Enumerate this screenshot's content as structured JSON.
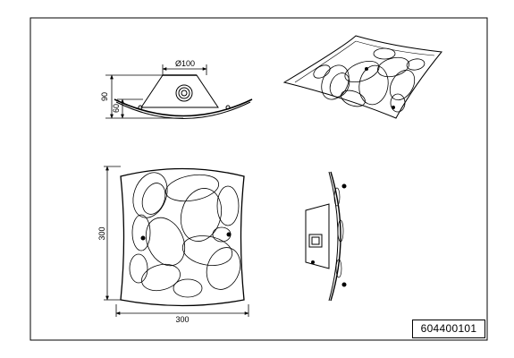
{
  "dimensions": {
    "hub_diameter": "Ø100",
    "total_height": "90",
    "canopy_height": "60",
    "height_front": "300",
    "width_front": "300"
  },
  "product_code": "604400101",
  "colors": {
    "line": "#000000",
    "background": "#ffffff"
  }
}
